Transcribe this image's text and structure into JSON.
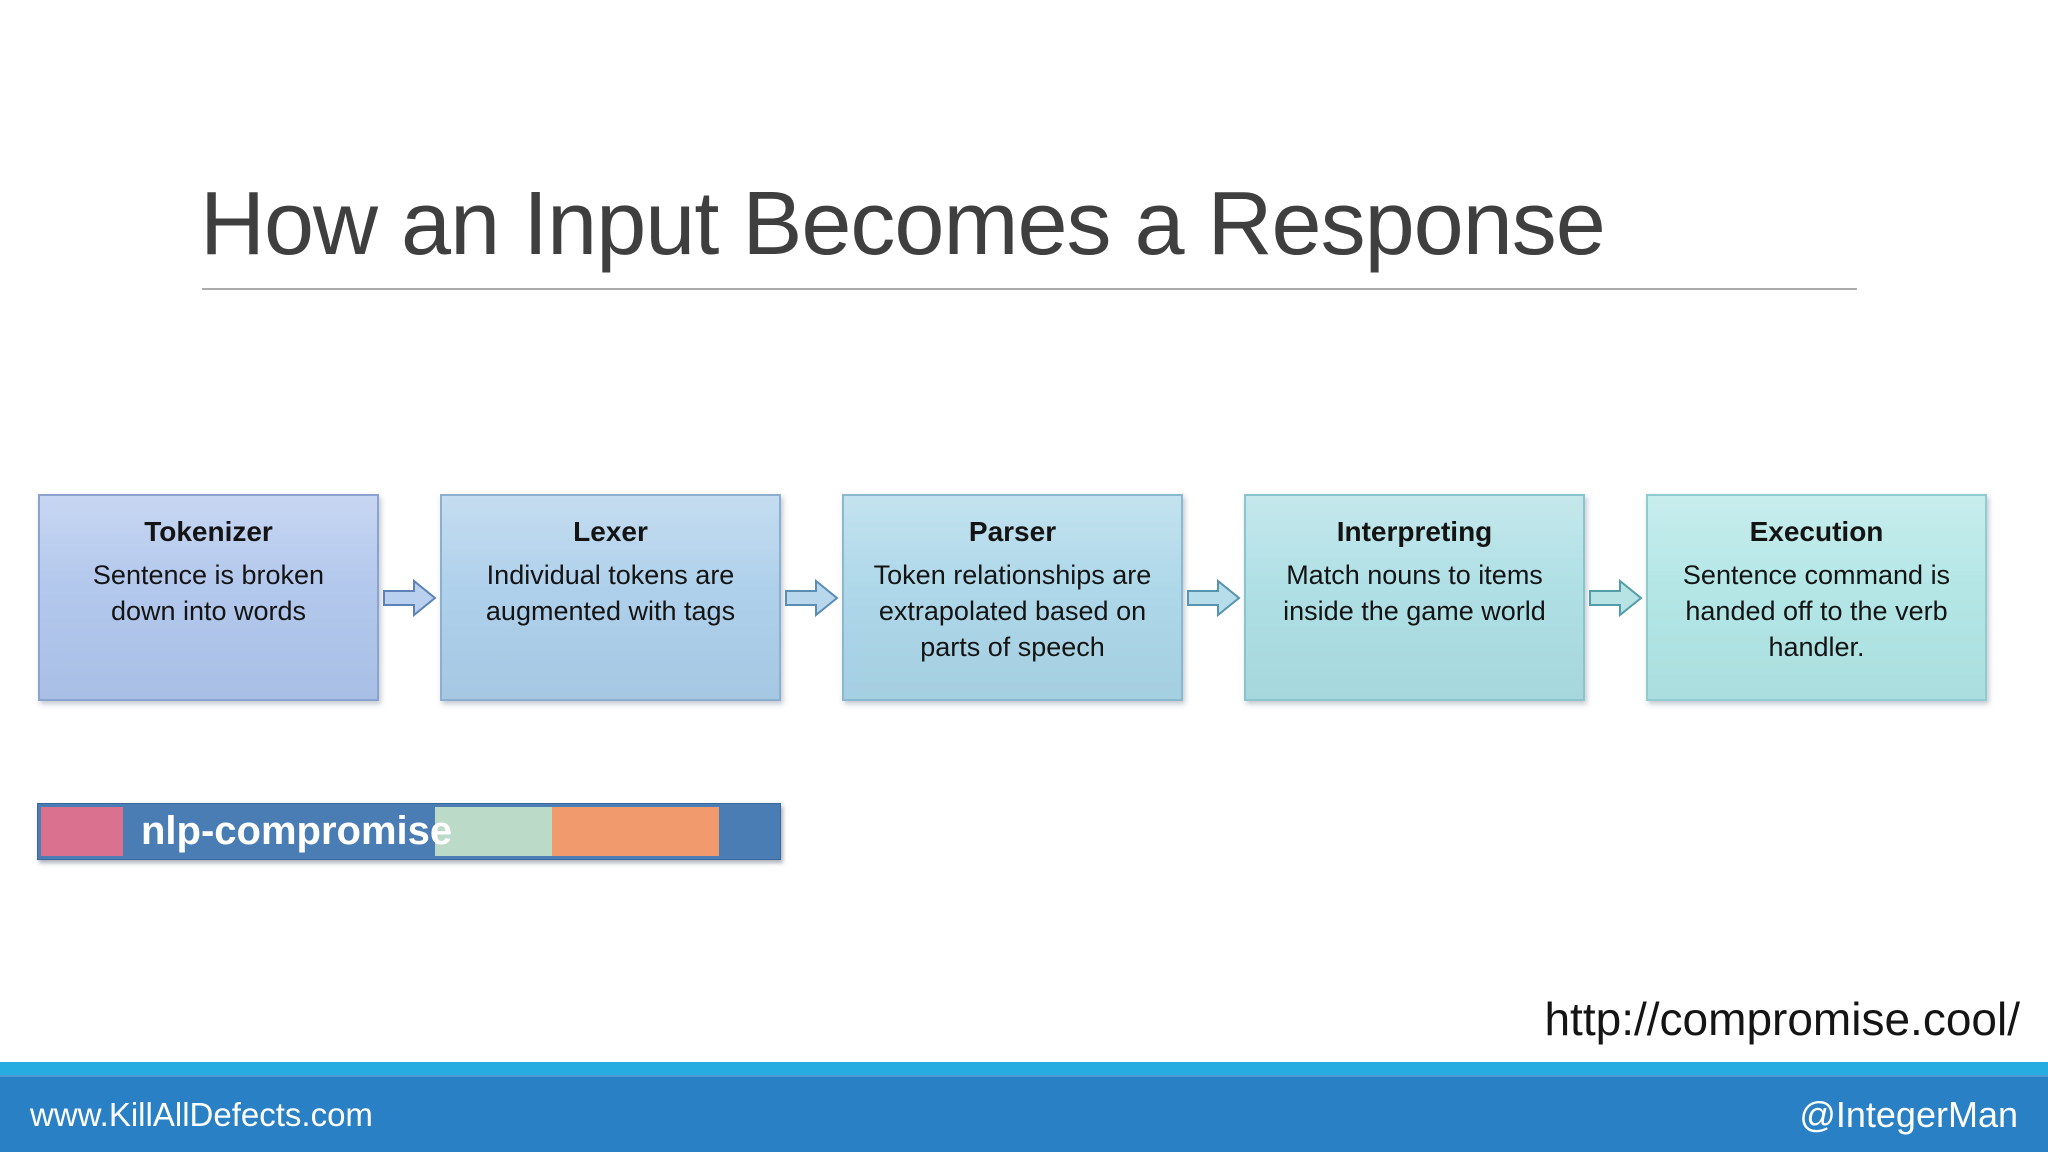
{
  "slide": {
    "title": "How an Input Becomes a Response",
    "link_text": "http://compromise.cool/"
  },
  "pipeline": {
    "steps": [
      {
        "title": "Tokenizer",
        "description": "Sentence is broken\ndown into words",
        "fill": "#afc5ec",
        "border": "#8ba3cf"
      },
      {
        "title": "Lexer",
        "description": "Individual tokens are\naugmented with tags",
        "fill": "#abceea",
        "border": "#8bafcc"
      },
      {
        "title": "Parser",
        "description": "Token relationships are\nextrapolated based on\nparts of speech",
        "fill": "#aad6e8",
        "border": "#8ab8cc"
      },
      {
        "title": "Interpreting",
        "description": "Match nouns to items\ninside the game world",
        "fill": "#abdee4",
        "border": "#8cc4cc"
      },
      {
        "title": "Execution",
        "description": "Sentence command is\nhanded off to the verb\nhandler.",
        "fill": "#b0e5e5",
        "border": "#90cccf"
      }
    ],
    "arrows": [
      {
        "name": "arrow-tokenizer-to-lexer",
        "fill": "#b9d1ee",
        "stroke": "#5e82b8"
      },
      {
        "name": "arrow-lexer-to-parser",
        "fill": "#b8d7ec",
        "stroke": "#5a8cb4"
      },
      {
        "name": "arrow-parser-to-interpreting",
        "fill": "#b7ddea",
        "stroke": "#5694b0"
      },
      {
        "name": "arrow-interpreting-to-execution",
        "fill": "#b8e3e5",
        "stroke": "#539da9"
      }
    ]
  },
  "library_bar": {
    "label": "nlp-compromise",
    "background": "#4a7db3",
    "border": "#3a689d",
    "segments": [
      {
        "name": "pink",
        "color": "#d9718f"
      },
      {
        "name": "mint",
        "color": "#bcdac8"
      },
      {
        "name": "orange",
        "color": "#f09a6e"
      }
    ]
  },
  "footer": {
    "left": "www.KillAllDefects.com",
    "right": "@IntegerMan",
    "strip_color": "#27ace2",
    "bar_color": "#2a80c4"
  }
}
